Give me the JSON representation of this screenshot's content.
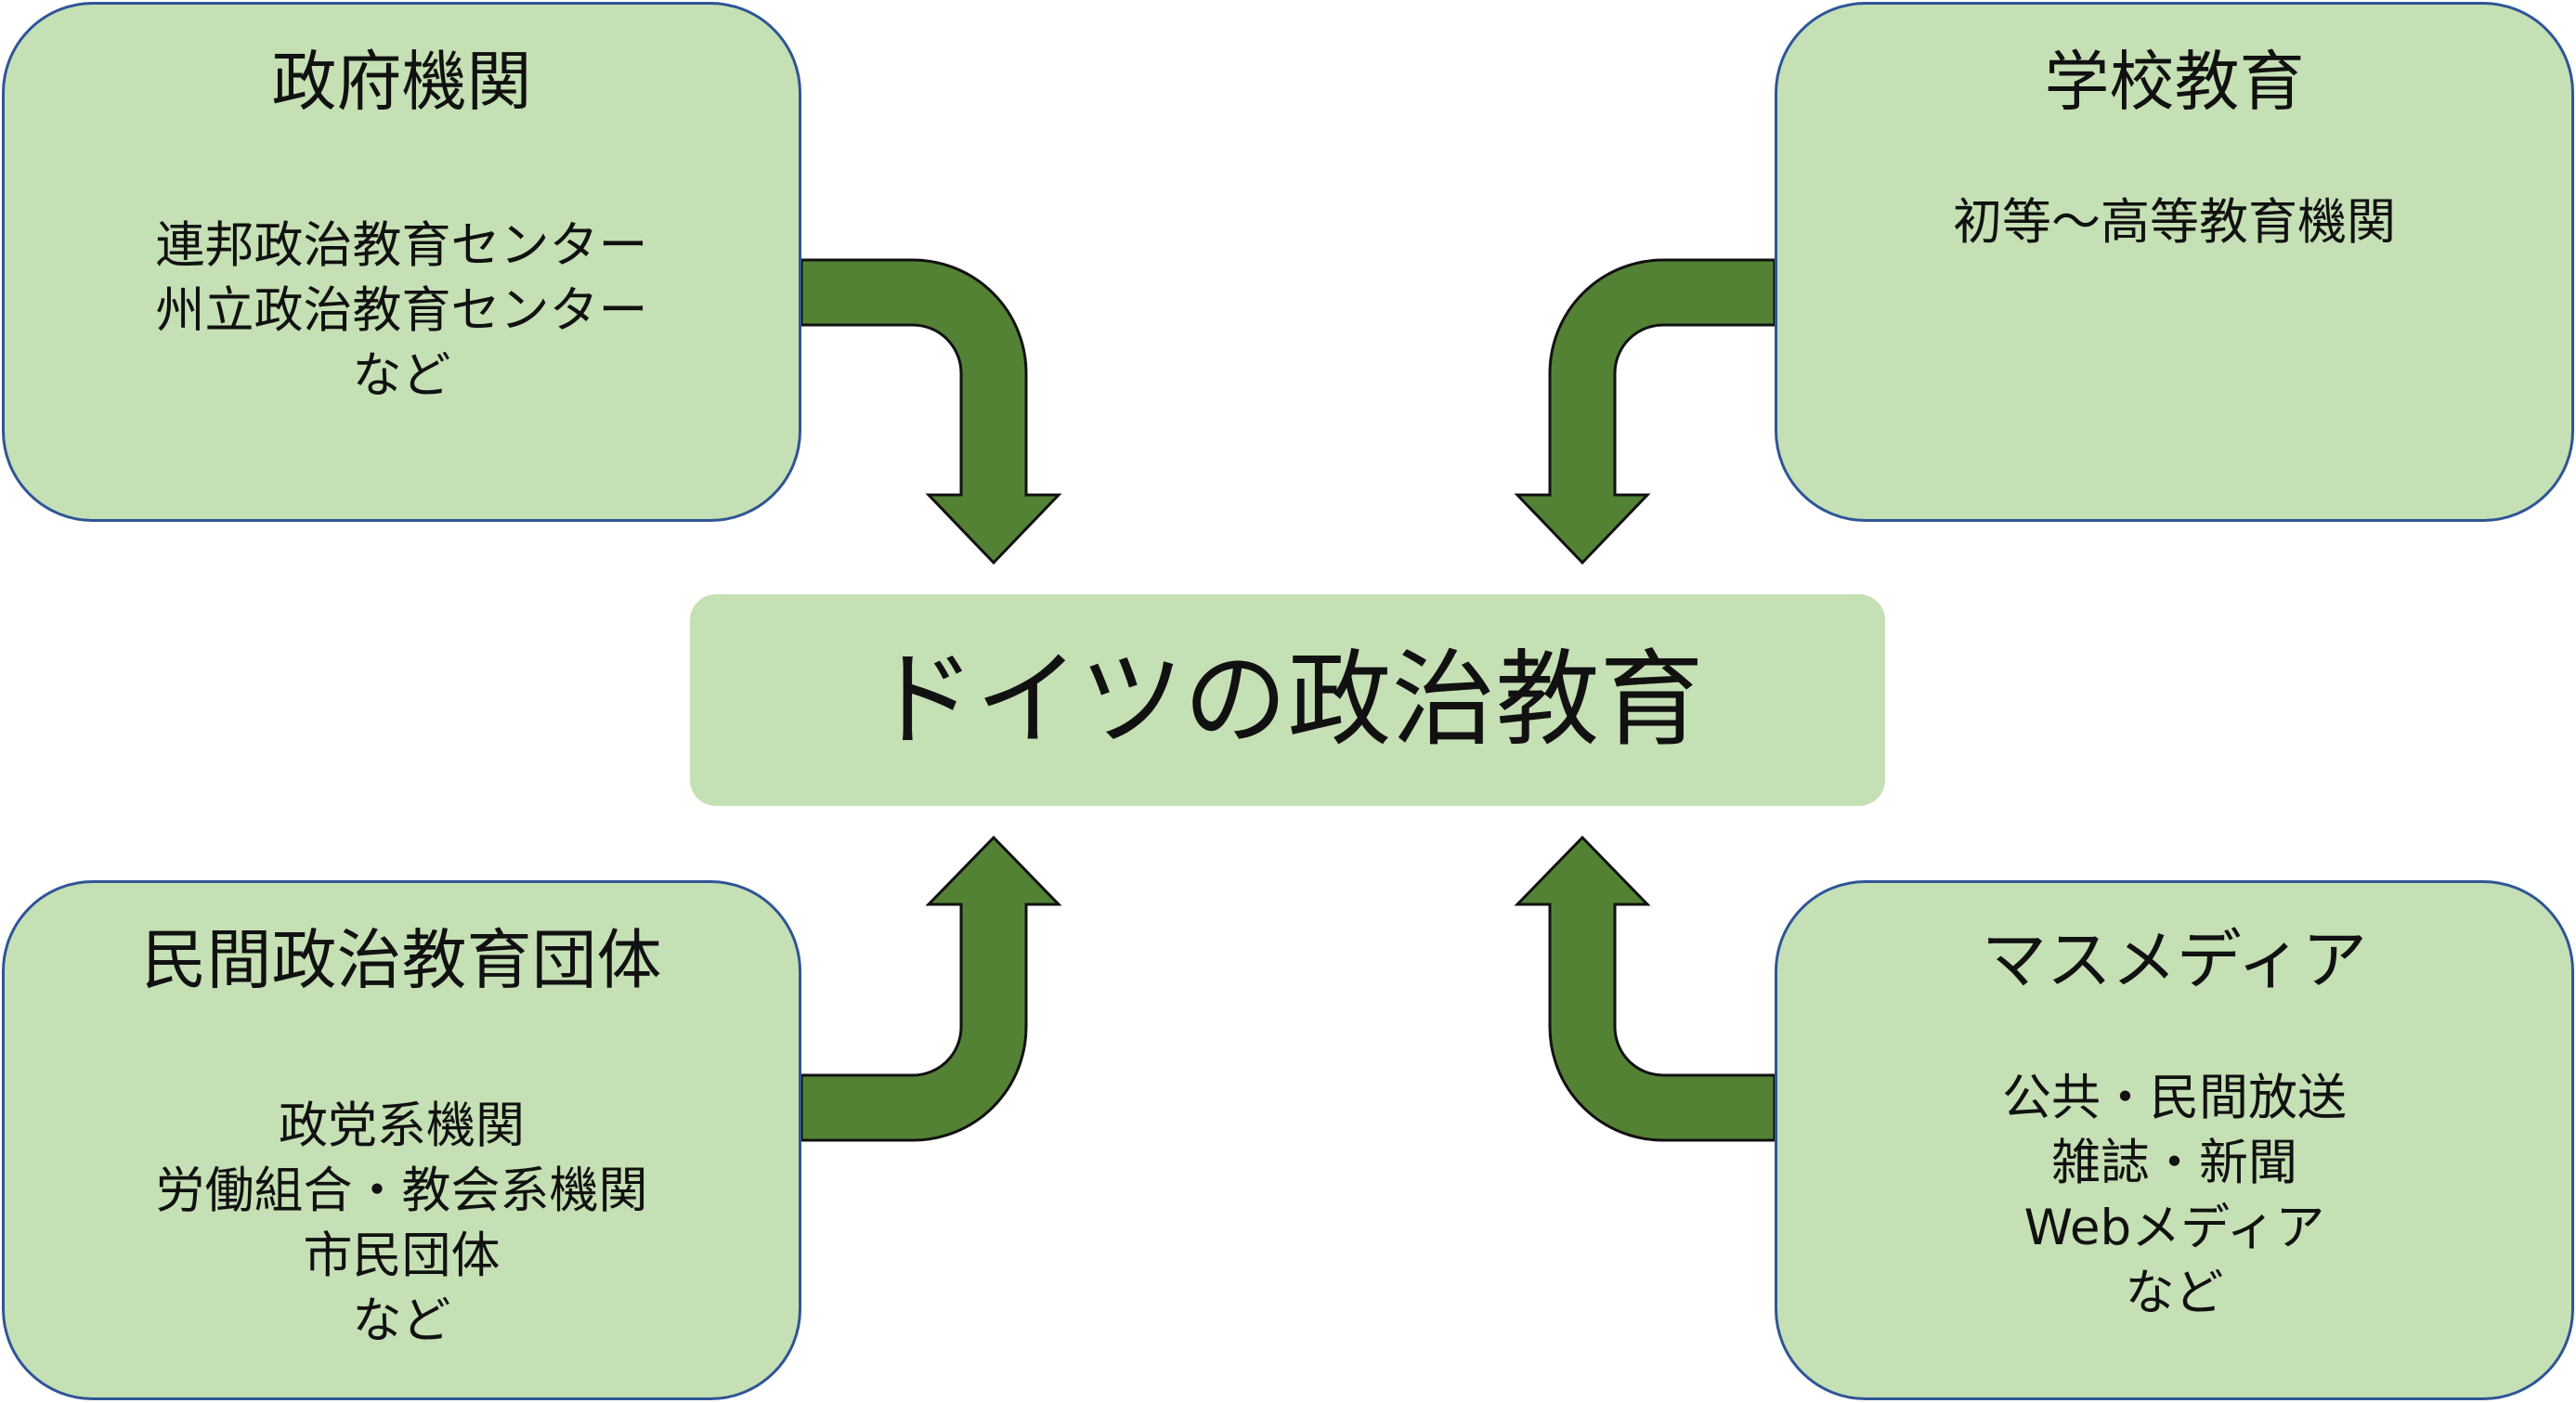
{
  "center": {
    "label": "ドイツの政治教育"
  },
  "nodes": {
    "government": {
      "title": "政府機関",
      "lines": [
        "連邦政治教育センター",
        "州立政治教育センター",
        "など"
      ]
    },
    "school": {
      "title": "学校教育",
      "lines": [
        "初等～高等教育機関"
      ]
    },
    "civil": {
      "title": "民間政治教育団体",
      "lines": [
        "政党系機関",
        "労働組合・教会系機関",
        "市民団体",
        "など"
      ]
    },
    "media": {
      "title": "マスメディア",
      "lines": [
        "公共・民間放送",
        "雑誌・新聞",
        "Webメディア",
        "など"
      ]
    }
  },
  "colors": {
    "box_fill": "#c5e0b4",
    "box_border": "#2f5597",
    "arrow_fill": "#548235",
    "arrow_stroke": "#111111"
  }
}
